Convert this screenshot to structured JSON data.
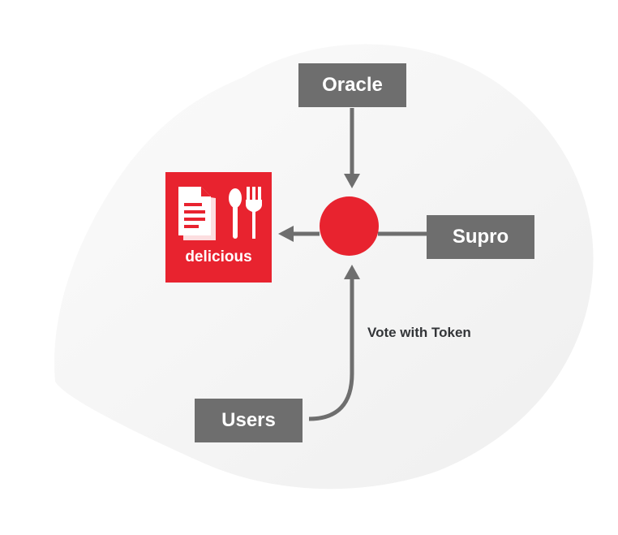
{
  "nodes": {
    "oracle": "Oracle",
    "supro": "Supro",
    "users": "Users",
    "app": {
      "label": "delicious",
      "icons": [
        "documents-icon",
        "spoon-icon",
        "fork-icon"
      ]
    }
  },
  "edges": {
    "users_to_hub_label": "Vote with Token"
  },
  "colors": {
    "accent": "#e8232f",
    "box": "#6e6e6e",
    "arrow": "#6e6e6e",
    "backdrop": "#f3f3f3"
  }
}
